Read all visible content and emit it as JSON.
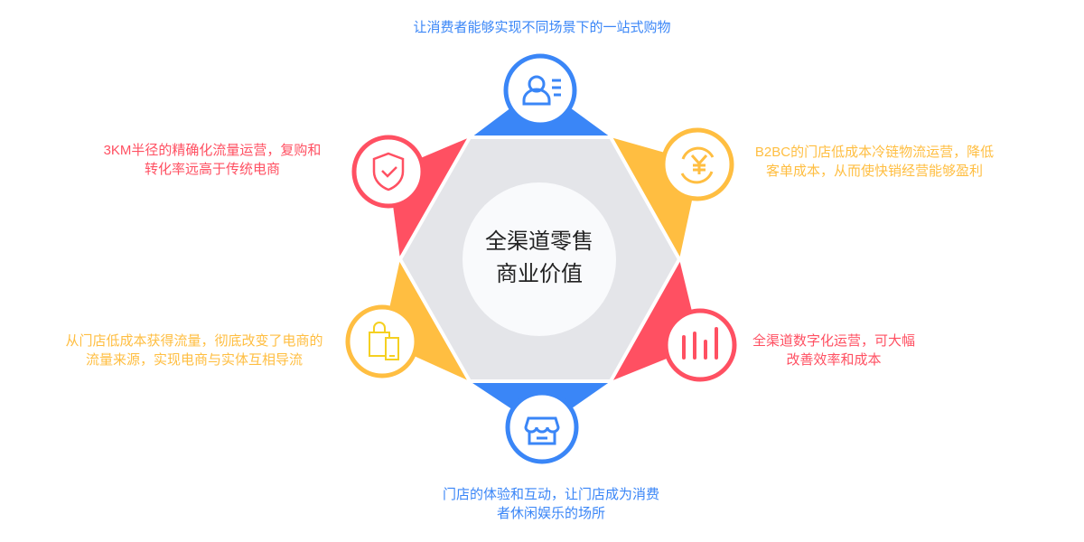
{
  "center_title": {
    "line1": "全渠道零售",
    "line2": "商业价值"
  },
  "colors": {
    "blue": "#3a86f7",
    "red": "#ff5062",
    "yellow": "#ffbe41",
    "hexagon": "#e4e5e9"
  },
  "items": [
    {
      "icon": "user-list-icon",
      "color": "blue",
      "lines": [
        "让消费者能够实现不同场景下的一站式购物"
      ]
    },
    {
      "icon": "yen-refresh-icon",
      "color": "yellow",
      "lines": [
        "B2BC的门店低成本冷链物流运营，降低",
        "客单成本，从而使快销经营能够盈利"
      ]
    },
    {
      "icon": "bar-chart-icon",
      "color": "red",
      "lines": [
        "全渠道数字化运营，可大幅",
        "改善效率和成本"
      ]
    },
    {
      "icon": "store-icon",
      "color": "blue",
      "lines": [
        "门店的体验和互动，让门店成为消费",
        "者休闲娱乐的场所"
      ]
    },
    {
      "icon": "shopping-bag-phone-icon",
      "color": "yellow",
      "lines": [
        "从门店低成本获得流量，彻底改变了电商的",
        "流量来源，实现电商与实体互相导流"
      ]
    },
    {
      "icon": "shield-check-icon",
      "color": "red",
      "lines": [
        "3KM半径的精确化流量运营，复购和",
        "转化率远高于传统电商"
      ]
    }
  ]
}
